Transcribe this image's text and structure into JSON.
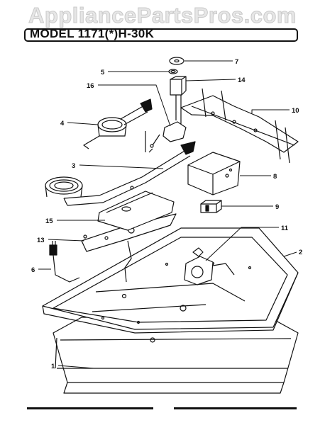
{
  "watermark": "AppliancePartsPros.com",
  "title": "MODEL 1171(*)H-30K",
  "callouts": {
    "c1": "1",
    "c2": "2",
    "c3": "3",
    "c4": "4",
    "c5": "5",
    "c6": "6",
    "c7": "7",
    "c8": "8",
    "c9": "9",
    "c10": "10",
    "c11": "11",
    "c13": "13",
    "c14": "14",
    "c15": "15",
    "c16": "16"
  },
  "colors": {
    "ink": "#111111",
    "watermark": "#e6e6e6",
    "background": "#ffffff"
  }
}
